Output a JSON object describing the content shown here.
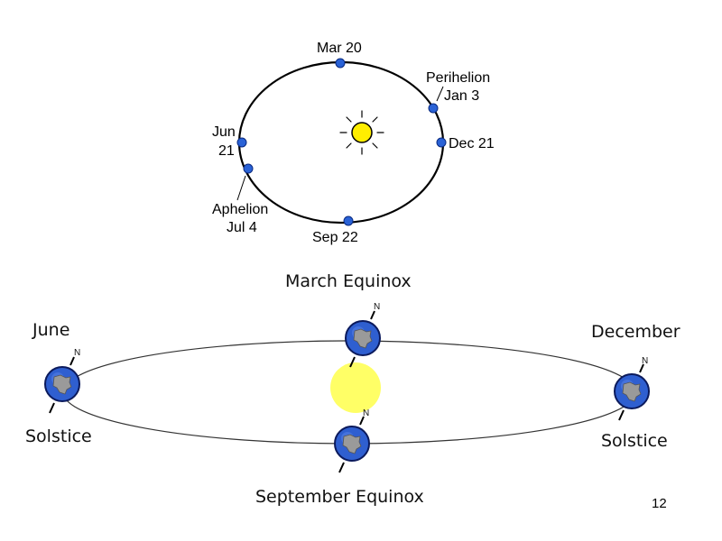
{
  "top_diagram": {
    "labels": {
      "mar": "Mar 20",
      "perihelion": "Perihelion",
      "jan": "Jan 3",
      "dec": "Dec 21",
      "jun_a": "Jun",
      "jun_b": "21",
      "aphelion": "Aphelion",
      "jul": "Jul 4",
      "sep": "Sep 22"
    },
    "colors": {
      "sun": "#ffee00",
      "earth_dot": "#2a62d6"
    }
  },
  "bottom_diagram": {
    "labels": {
      "march_equinox": "March Equinox",
      "june": "June",
      "june_solstice": "Solstice",
      "december": "December",
      "december_solstice": "Solstice",
      "september_equinox": "September Equinox",
      "north": "N"
    },
    "colors": {
      "sun": "#ffff66",
      "earth": "#2f5fd0",
      "land": "#9a9a9a"
    }
  },
  "page_number": "12"
}
